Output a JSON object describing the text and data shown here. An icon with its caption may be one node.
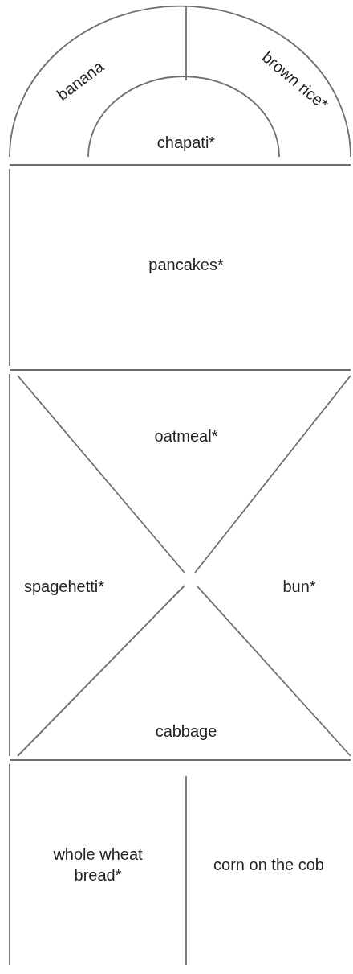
{
  "diagram": {
    "nodes": [
      {
        "text": [
          "banana"
        ]
      },
      {
        "text": [
          "brown rice*"
        ]
      },
      {
        "text": [
          "chapati*"
        ]
      },
      {
        "text": [
          "pancakes*"
        ]
      },
      {
        "text": [
          "oatmeal*"
        ]
      },
      {
        "text": [
          "spagehetti*"
        ]
      },
      {
        "text": [
          "bun*"
        ]
      },
      {
        "text": [
          "cabbage"
        ]
      },
      {
        "text": [
          "whole wheat bread*"
        ]
      },
      {
        "text": [
          "corn on the cob"
        ]
      }
    ],
    "edges": []
  }
}
